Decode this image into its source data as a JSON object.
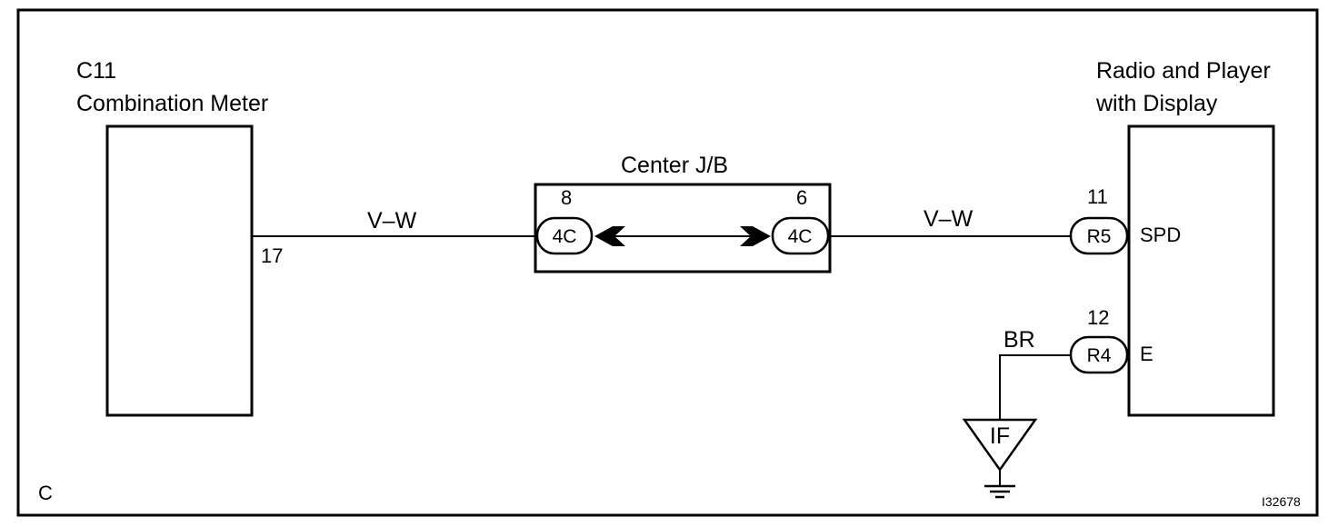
{
  "components": {
    "meter": {
      "code": "C11",
      "name": "Combination Meter",
      "pin": "17"
    },
    "junction": {
      "name": "Center J/B",
      "pin_left": "8",
      "pin_right": "6",
      "connector_left": "4C",
      "connector_right": "4C"
    },
    "radio": {
      "name_line1": "Radio and Player",
      "name_line2": "with Display",
      "pin_spd": "11",
      "connector_spd": "R5",
      "label_spd": "SPD",
      "pin_e": "12",
      "connector_e": "R4",
      "label_e": "E"
    },
    "ground": {
      "code": "IF"
    }
  },
  "wires": {
    "meter_to_jb": "V–W",
    "jb_to_radio": "V–W",
    "ground_wire": "BR"
  },
  "footer": {
    "corner_letter": "C",
    "figure_id": "I32678"
  }
}
